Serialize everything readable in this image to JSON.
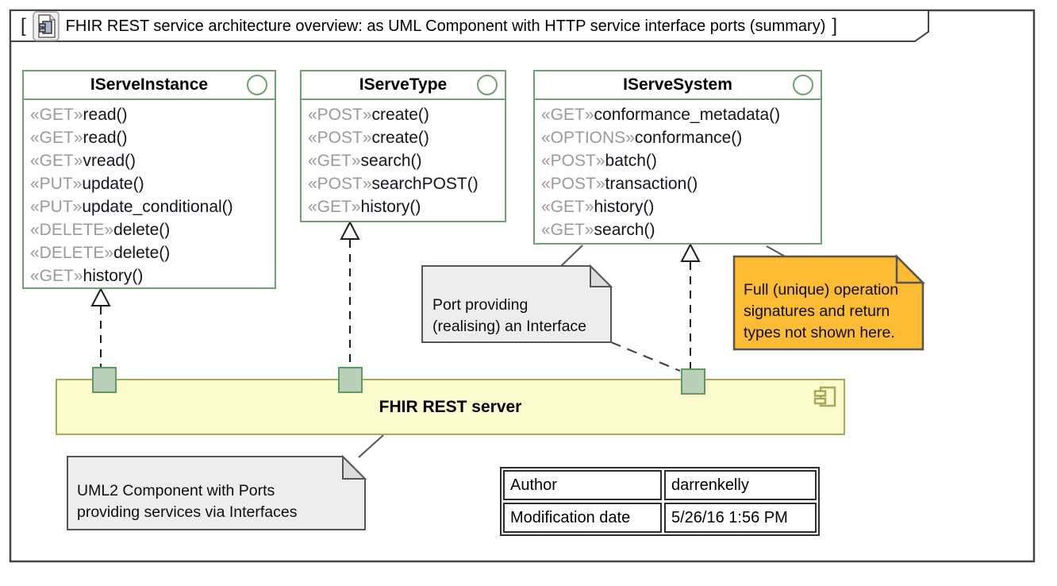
{
  "title_bar": {
    "open_bracket": "[",
    "close_bracket": "]",
    "title": "FHIR REST service architecture overview: as UML Component with HTTP service interface ports (summary)"
  },
  "interfaces": [
    {
      "name": "IServeInstance",
      "operations": [
        {
          "st": "«GET»",
          "op": "read()"
        },
        {
          "st": "«GET»",
          "op": "read()"
        },
        {
          "st": "«GET»",
          "op": "vread()"
        },
        {
          "st": "«PUT»",
          "op": "update()"
        },
        {
          "st": "«PUT»",
          "op": "update_conditional()"
        },
        {
          "st": "«DELETE»",
          "op": "delete()"
        },
        {
          "st": "«DELETE»",
          "op": "delete()"
        },
        {
          "st": "«GET»",
          "op": "history()"
        }
      ]
    },
    {
      "name": "IServeType",
      "operations": [
        {
          "st": "«POST»",
          "op": "create()"
        },
        {
          "st": "«POST»",
          "op": "create()"
        },
        {
          "st": "«GET»",
          "op": "search()"
        },
        {
          "st": "«POST»",
          "op": "searchPOST()"
        },
        {
          "st": "«GET»",
          "op": "history()"
        }
      ]
    },
    {
      "name": "IServeSystem",
      "operations": [
        {
          "st": "«GET»",
          "op": "conformance_metadata()"
        },
        {
          "st": "«OPTIONS»",
          "op": "conformance()"
        },
        {
          "st": "«POST»",
          "op": "batch()"
        },
        {
          "st": "«POST»",
          "op": "transaction()"
        },
        {
          "st": "«GET»",
          "op": "history()"
        },
        {
          "st": "«GET»",
          "op": "search()"
        }
      ]
    }
  ],
  "component": {
    "label": "FHIR REST server"
  },
  "notes": {
    "port_note": {
      "lines": [
        "Port providing",
        "(realising) an Interface"
      ]
    },
    "signature_note": {
      "lines": [
        "Full (unique) operation",
        "signatures and return",
        "types not shown here."
      ]
    },
    "component_note": {
      "lines": [
        "UML2 Component with Ports",
        "providing services via Interfaces"
      ]
    }
  },
  "properties_table": {
    "rows": [
      {
        "key": "Author",
        "value": "darrenkelly"
      },
      {
        "key": "Modification date",
        "value": "5/26/16 1:56 PM"
      }
    ]
  },
  "colors": {
    "interface_border": "#6FA06F",
    "stereotype_text": "#9A9A9A",
    "operation_text": "#14141C",
    "component_fill": "#FBFBCE",
    "component_border": "#A6A95A",
    "port_fill": "#BACFB7",
    "port_border": "#5E9B63",
    "note_gray_fill": "#EDEDED",
    "note_gray_fold": "#DCDCDC",
    "note_orange_fill": "#FBBB33",
    "note_orange_fold": "#E8A722",
    "frame_border": "#444444"
  }
}
